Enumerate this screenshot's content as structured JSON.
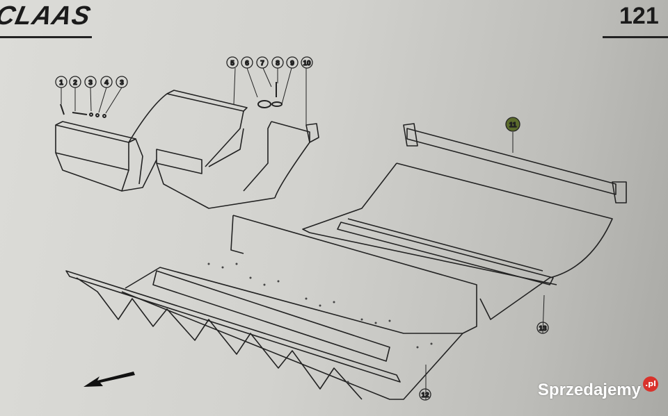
{
  "header": {
    "brand_logo": "CLAAS",
    "page_number": "121"
  },
  "callouts": [
    "1",
    "2",
    "3",
    "4",
    "3",
    "5",
    "6",
    "7",
    "8",
    "9",
    "10",
    "11",
    "12",
    "13"
  ],
  "watermark": {
    "text": "Sprzedajemy",
    "badge": ".pl"
  }
}
